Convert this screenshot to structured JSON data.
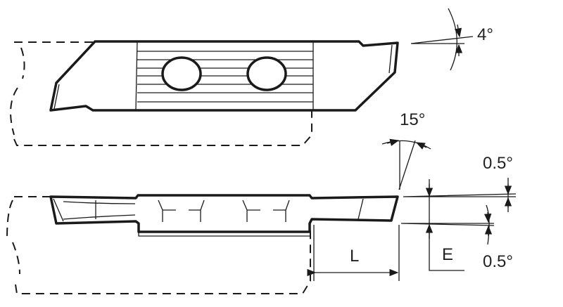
{
  "diagram": {
    "top_view": {
      "angle_label": "4°"
    },
    "side_view": {
      "clearance_angle_label": "15°",
      "top_taper_label": "0.5°",
      "bottom_taper_label": "0.5°",
      "length_dimension_label": "L",
      "height_dimension_label": "E"
    }
  }
}
